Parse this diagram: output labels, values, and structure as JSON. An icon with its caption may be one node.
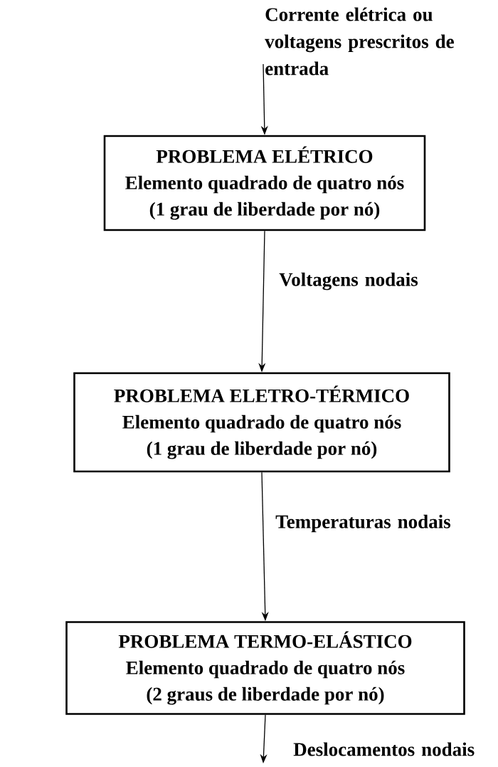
{
  "diagram": {
    "nodes": [
      {
        "text": [
          "PROBLEMA ELÉTRICO",
          "Elemento quadrado de quatro nós",
          "(1 grau de liberdade por nó)"
        ]
      },
      {
        "text": [
          "PROBLEMA ELETRO-TÉRMICO",
          "Elemento quadrado de quatro nós",
          "(1 grau de liberdade por nó)"
        ]
      },
      {
        "text": [
          "PROBLEMA TERMO-ELÁSTICO",
          "Elemento quadrado de quatro nós",
          "(2 graus de liberdade por nó)"
        ]
      }
    ],
    "edges": [
      {
        "from": null,
        "to": 0,
        "arrow": "to",
        "label": "Corrente elétrica ou voltagens prescritos de entrada"
      },
      {
        "from": 0,
        "to": 1,
        "arrow": "to",
        "label": "Voltagens nodais"
      },
      {
        "from": 1,
        "to": 2,
        "arrow": "to",
        "label": "Temperaturas nodais"
      },
      {
        "from": 2,
        "to": null,
        "arrow": "to",
        "label": "Deslocamentos nodais"
      }
    ]
  }
}
